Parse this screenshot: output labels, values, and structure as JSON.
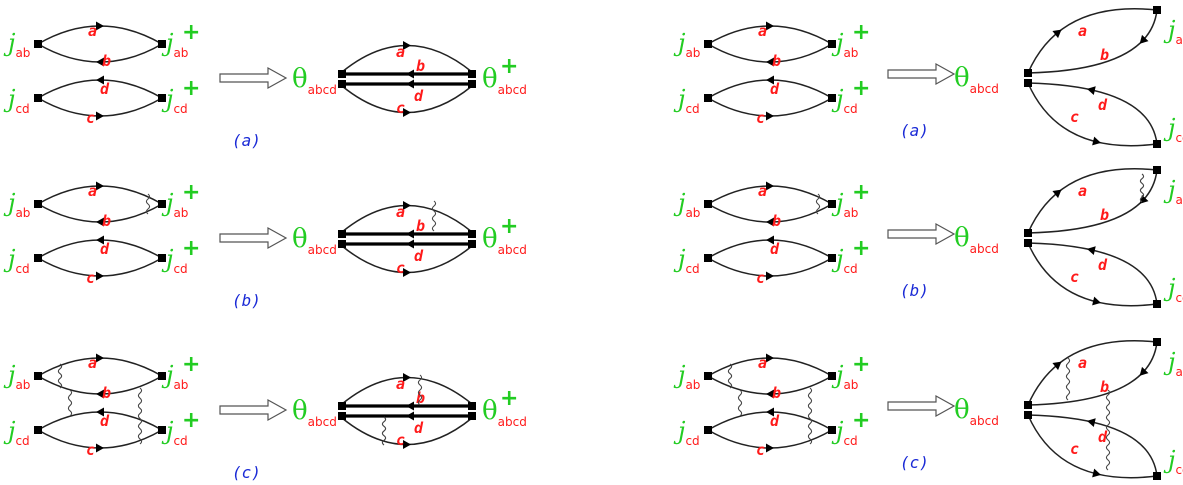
{
  "labels": {
    "a": "a",
    "b": "b",
    "c": "c",
    "d": "d",
    "j": "j",
    "theta": "θ",
    "sub_ab": "ab",
    "sub_cd": "cd",
    "sub_abcd": "abcd",
    "plus": "+"
  },
  "panels": {
    "left": {
      "captions": [
        "(a)",
        "(b)",
        "(c)"
      ]
    },
    "right": {
      "captions": [
        "(a)",
        "(b)",
        "(c)"
      ]
    }
  }
}
